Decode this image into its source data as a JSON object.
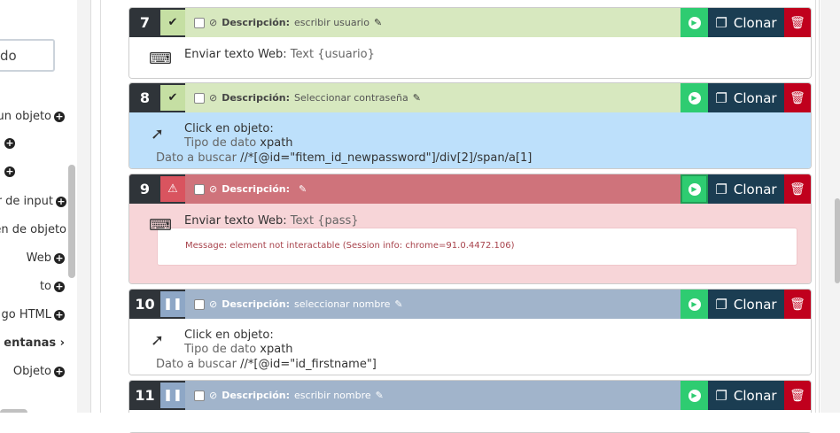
{
  "sidebar": {
    "search_value": "do",
    "items": [
      {
        "label": "un objeto",
        "plus": true,
        "bold": false
      },
      {
        "label": "",
        "plus": true,
        "bold": false
      },
      {
        "label": "",
        "plus": true,
        "bold": false
      },
      {
        "label": "alor de input",
        "plus": true,
        "bold": false
      },
      {
        "label": "gen de objeto",
        "plus": false,
        "bold": false
      },
      {
        "label": "Web",
        "plus": true,
        "bold": false
      },
      {
        "label": "to",
        "plus": true,
        "bold": false
      },
      {
        "label": "go HTML",
        "plus": true,
        "bold": false
      },
      {
        "label": "entanas ›",
        "plus": false,
        "bold": true
      },
      {
        "label": "Objeto",
        "plus": true,
        "bold": false
      }
    ]
  },
  "actions": {
    "clone_label": "Clonar"
  },
  "colors": {
    "play": "#2ecc71",
    "clone": "#1b3d52",
    "delete": "#c0001d",
    "number": "#2f3439"
  },
  "steps": [
    {
      "number": "7",
      "status": "success",
      "desc_label": "Descripción:",
      "desc_value": "escribir usuario",
      "kind": "keyboard",
      "action": "Enviar texto Web:",
      "value": " Text {usuario}"
    },
    {
      "number": "8",
      "status": "success",
      "desc_label": "Descripción:",
      "desc_value": "Seleccionar contraseña",
      "kind": "click",
      "highlight": true,
      "action": "Click en objeto:",
      "type_label": "Tipo de dato ",
      "type_value": "xpath",
      "search_label": "Dato a buscar ",
      "search_value": "//*[@id=\"fitem_id_newpassword\"]/div[2]/span/a[1]"
    },
    {
      "number": "9",
      "status": "error",
      "desc_label": "Descripción:",
      "desc_value": "",
      "kind": "keyboard",
      "action": "Enviar texto Web:",
      "value": " Text {pass}",
      "error": "Message: element not interactable (Session info: chrome=91.0.4472.106)"
    },
    {
      "number": "10",
      "status": "pending",
      "desc_label": "Descripción:",
      "desc_value": "seleccionar nombre",
      "kind": "click",
      "action": "Click en objeto:",
      "type_label": "Tipo de dato ",
      "type_value": "xpath",
      "search_label": "Dato a buscar ",
      "search_value": "//*[@id=\"id_firstname\"]"
    },
    {
      "number": "11",
      "status": "pending",
      "desc_label": "Descripción:",
      "desc_value": "escribir nombre",
      "kind": "none"
    }
  ]
}
